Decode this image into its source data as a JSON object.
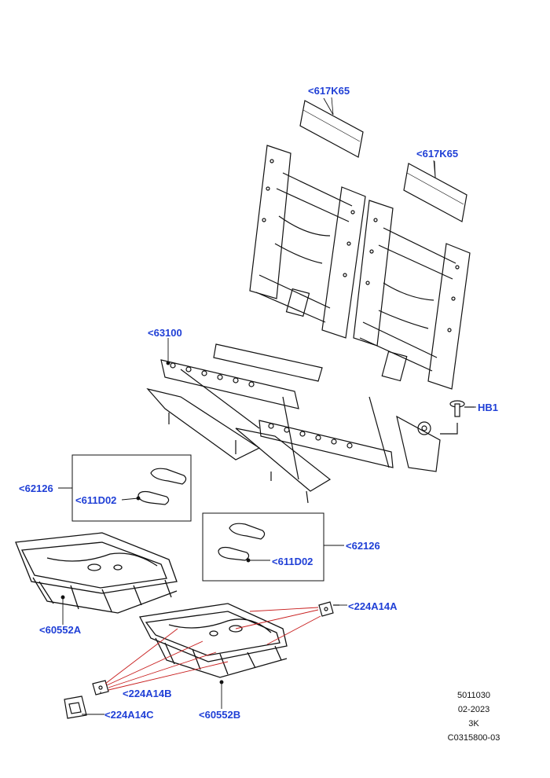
{
  "callouts": {
    "c617k65_a": "<617K65",
    "c617k65_b": "<617K65",
    "c63100": "<63100",
    "hb1": "HB1",
    "c62126_a": "<62126",
    "c611d02_a": "<611D02",
    "c62126_b": "<62126",
    "c611d02_b": "<611D02",
    "c60552a": "<60552A",
    "c224a14a": "<224A14A",
    "c224a14b": "<224A14B",
    "c224a14c": "<224A14C",
    "c60552b": "<60552B"
  },
  "footer": {
    "number": "5011030",
    "date": "02-2023",
    "code": "3K",
    "ref": "C0315800-03"
  },
  "colors": {
    "label": "#1f3fd6",
    "leader": "#c81e1e",
    "line": "#111111"
  }
}
